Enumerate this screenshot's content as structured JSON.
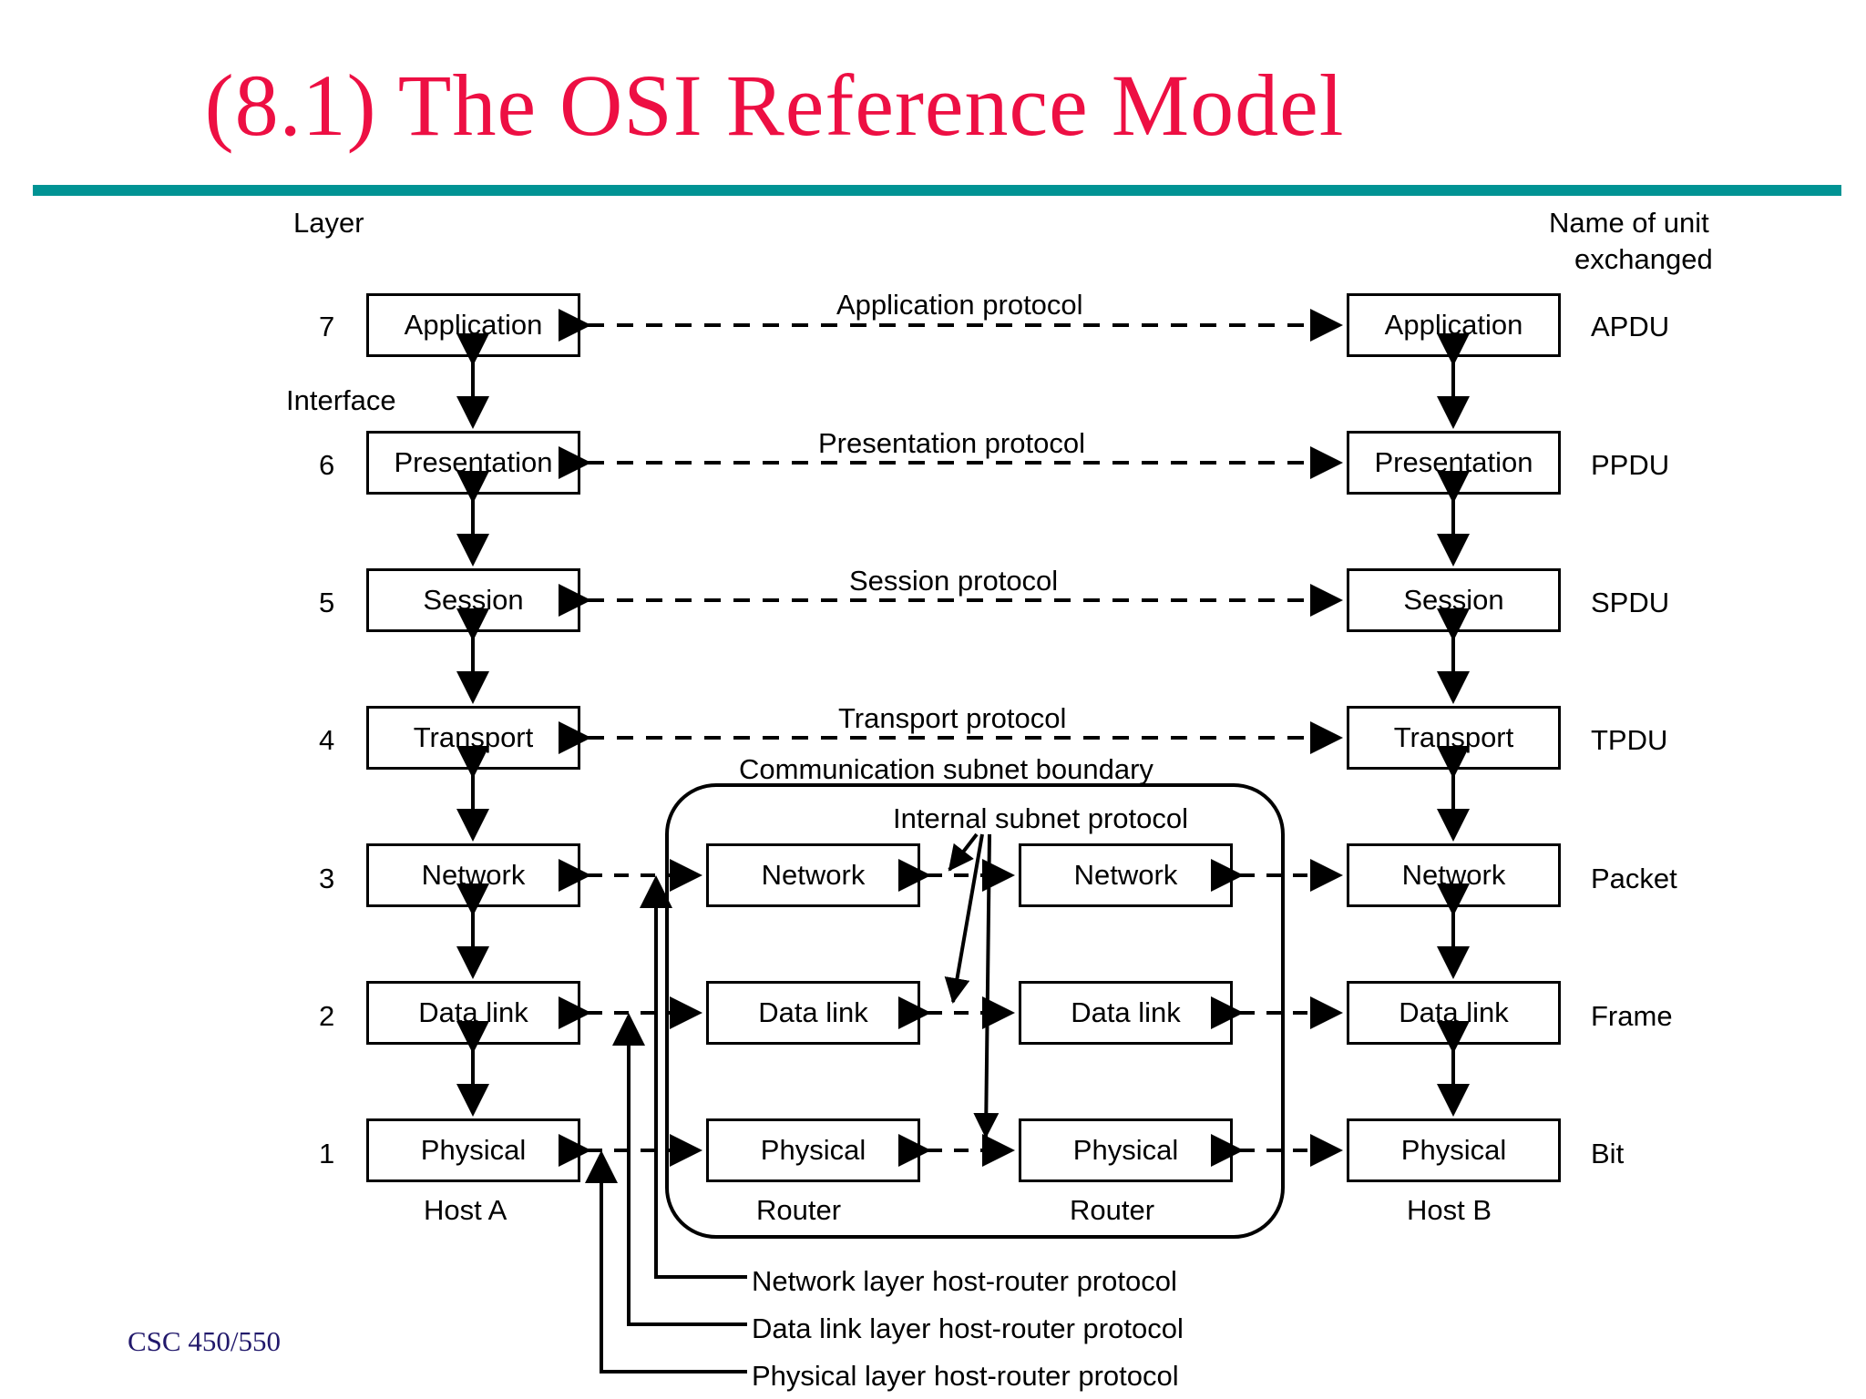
{
  "slide": {
    "title": "(8.1) The OSI Reference Model",
    "footer": "CSC 450/550",
    "accent_color": "#ED0F43",
    "rule_color": "#009394",
    "footer_color": "#21186B"
  },
  "diagram": {
    "column_headers": {
      "layer": "Layer",
      "unit_line1": "Name of unit",
      "unit_line2": "exchanged"
    },
    "interface_label": "Interface",
    "host_a_label": "Host A",
    "host_b_label": "Host B",
    "router_left_label": "Router",
    "router_right_label": "Router",
    "subnet_boundary_label": "Communication subnet boundary",
    "internal_subnet_label": "Internal subnet protocol",
    "layers": [
      {
        "number": "7",
        "name": "Application",
        "protocol": "Application protocol",
        "unit": "APDU"
      },
      {
        "number": "6",
        "name": "Presentation",
        "protocol": "Presentation protocol",
        "unit": "PPDU"
      },
      {
        "number": "5",
        "name": "Session",
        "protocol": "Session protocol",
        "unit": "SPDU"
      },
      {
        "number": "4",
        "name": "Transport",
        "protocol": "Transport protocol",
        "unit": "TPDU"
      },
      {
        "number": "3",
        "name": "Network",
        "protocol": "",
        "unit": "Packet"
      },
      {
        "number": "2",
        "name": "Data link",
        "protocol": "",
        "unit": "Frame"
      },
      {
        "number": "1",
        "name": "Physical",
        "protocol": "",
        "unit": "Bit"
      }
    ],
    "router_boxes": {
      "left": [
        "Network",
        "Data link",
        "Physical"
      ],
      "right": [
        "Network",
        "Data link",
        "Physical"
      ]
    },
    "host_router_protocols": [
      "Network layer host-router protocol",
      "Data link layer host-router protocol",
      "Physical layer host-router protocol"
    ]
  }
}
